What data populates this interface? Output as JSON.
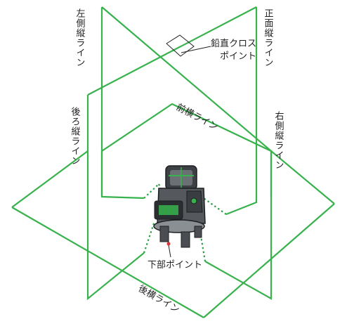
{
  "colors": {
    "laser": "#37b24d",
    "laser_dotted": "#2f9e44",
    "device_body": "#5b5f63",
    "device_dark": "#2b2e31",
    "point": "#e03131",
    "text": "#222222"
  },
  "labels": {
    "left_vertical": "左側縦ライン",
    "front_vertical": "正面縦ライン",
    "plumb_cross_line1": "鉛直クロス",
    "plumb_cross_line2": "ポイント",
    "front_horizontal": "前横ライン",
    "rear_vertical": "後ろ縦ライン",
    "right_vertical": "右側縦ライン",
    "bottom_point": "下部ポイント",
    "rear_horizontal": "後横ライン"
  }
}
